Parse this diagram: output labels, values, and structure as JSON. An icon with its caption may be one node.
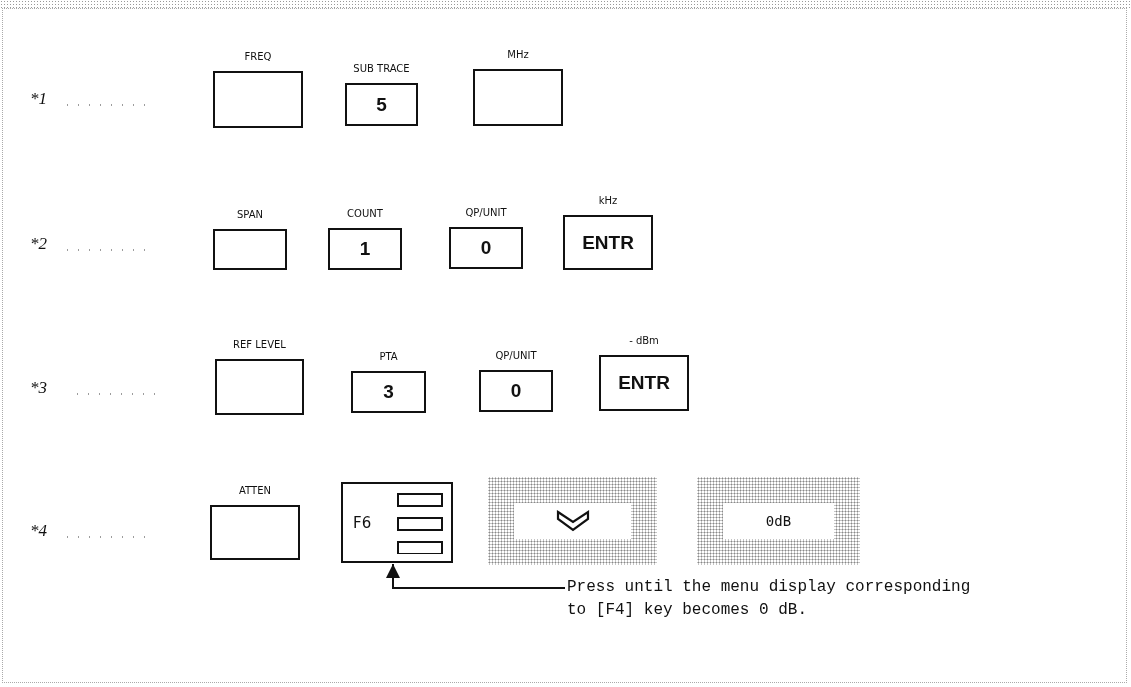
{
  "diagram": {
    "nodes": [
      {
        "text": [
          "FREQ"
        ]
      },
      {
        "text": [
          "SUB TRACE",
          "5"
        ]
      },
      {
        "text": [
          "MHz"
        ]
      },
      {
        "text": [
          "SPAN"
        ]
      },
      {
        "text": [
          "COUNT",
          "1"
        ]
      },
      {
        "text": [
          "QP/UNIT",
          "0"
        ]
      },
      {
        "text": [
          "kHz",
          "ENTR"
        ]
      },
      {
        "text": [
          "REF LEVEL"
        ]
      },
      {
        "text": [
          "PTA",
          "3"
        ]
      },
      {
        "text": [
          "QP/UNIT",
          "0"
        ]
      },
      {
        "text": [
          "- dBm",
          "ENTR"
        ]
      },
      {
        "text": [
          "ATTEN"
        ]
      },
      {
        "text": [
          "F6"
        ]
      },
      {
        "text": [],
        "shape": "box"
      },
      {
        "text": [
          "0dB"
        ]
      },
      {
        "text": [
          "Press until the menu display corresponding to [F4] key becomes 0 dB."
        ]
      }
    ],
    "edges": [
      {
        "from": 15,
        "to": 12,
        "arrow": "to"
      }
    ],
    "labels": [
      "*1",
      "*2",
      "*3",
      "*4"
    ]
  }
}
